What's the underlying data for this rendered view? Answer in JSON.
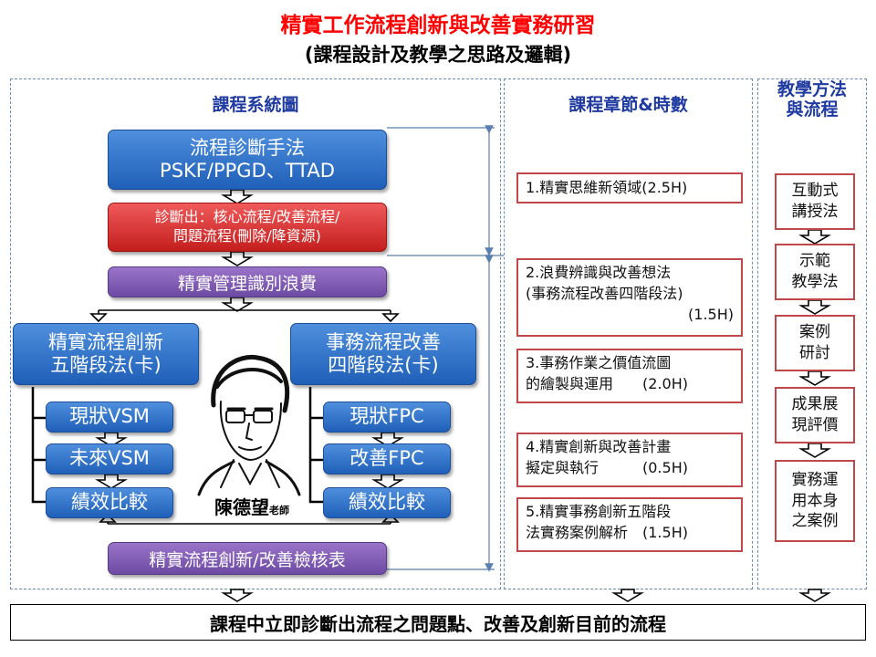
{
  "title": "精實工作流程創新與改善實務研習",
  "subtitle": "(課程設計及教學之思路及邏輯)",
  "panels": {
    "system": {
      "heading": "課程系統圖"
    },
    "chapters": {
      "heading": "課程章節&時數"
    },
    "methods": {
      "heading_line1": "教學方法",
      "heading_line2": "與流程"
    }
  },
  "system": {
    "diag_tools": {
      "line1": "流程診斷手法",
      "line2": "PSKF/PPGD、TTAD"
    },
    "diag_result": {
      "line1": "診斷出：核心流程/改善流程/",
      "line2": "問題流程(刪除/降資源)"
    },
    "identify": "精實管理識別浪費",
    "left_method": {
      "line1": "精實流程創新",
      "line2": "五階段法(卡)"
    },
    "right_method": {
      "line1": "事務流程改善",
      "line2": "四階段法(卡)"
    },
    "left_steps": [
      "現狀VSM",
      "未來VSM",
      "績效比較"
    ],
    "right_steps": [
      "現狀FPC",
      "改善FPC",
      "績效比較"
    ],
    "checklist": "精實流程創新/改善檢核表",
    "portrait": {
      "name": "陳德望",
      "title": "老師"
    }
  },
  "chapters": [
    {
      "lines": [
        "1.精實思維新領域(2.5H)"
      ]
    },
    {
      "lines": [
        "2.浪費辨識與改善想法",
        "(事務流程改善四階段法)"
      ],
      "hours": "(1.5H)"
    },
    {
      "lines": [
        "3.事務作業之價值流圖",
        "的繪製與運用　　(2.0H)"
      ]
    },
    {
      "lines": [
        "4.精實創新與改善計畫",
        "擬定與執行　　　(0.5H)"
      ]
    },
    {
      "lines": [
        "5.精實事務創新五階段",
        "法實務案例解析　(1.5H)"
      ]
    }
  ],
  "methods": [
    {
      "line1": "互動式",
      "line2": "講授法"
    },
    {
      "line1": "示範",
      "line2": "教學法"
    },
    {
      "line1": "案例",
      "line2": "研討"
    },
    {
      "line1": "成果展",
      "line2": "現評價"
    },
    {
      "line1": "實務運",
      "line2": "用本身",
      "line3": "之案例"
    }
  ],
  "bottom_bar": "課程中立即診斷出流程之問題點、改善及創新目前的流程",
  "colors": {
    "title_red": "#ff0000",
    "blue_box": "#2e6fc7",
    "red_box": "#d32f2f",
    "purple_box": "#7a55b0",
    "chapter_border": "#c0474a",
    "panel_border": "#6a8fb5",
    "heading_blue": "#1f3aa0"
  }
}
